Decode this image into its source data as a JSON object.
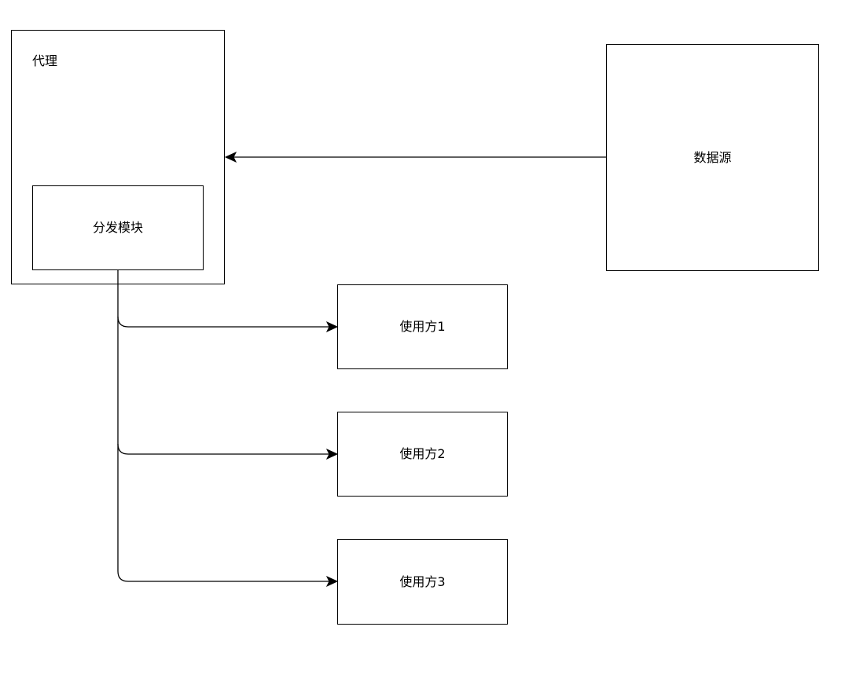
{
  "diagram": {
    "nodes": {
      "proxy": "代理",
      "distribution_module": "分发模块",
      "data_source": "数据源",
      "consumer_1": "使用方1",
      "consumer_2": "使用方2",
      "consumer_3": "使用方3"
    },
    "edges": [
      {
        "from": "data_source",
        "to": "proxy"
      },
      {
        "from": "distribution_module",
        "to": "consumer_1"
      },
      {
        "from": "distribution_module",
        "to": "consumer_2"
      },
      {
        "from": "distribution_module",
        "to": "consumer_3"
      }
    ],
    "colors": {
      "stroke": "#000000",
      "background": "#ffffff"
    }
  }
}
